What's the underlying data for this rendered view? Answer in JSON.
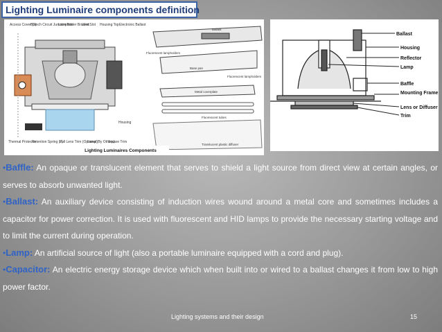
{
  "slide": {
    "title": "Lighting Luminaire components definition"
  },
  "left_figure": {
    "labels_top": [
      "Access Cover (2)",
      "Branch Circuit Junction Box",
      "Lampholder Bracket",
      "Vent Slot",
      "Housing Top",
      "Electronic Ballast"
    ],
    "labels_bottom": [
      "Thermal Protector",
      "Retention Spring (2)",
      "Full Lens Trim (Optional)",
      "Lamp (By Others)",
      "Square Trim",
      "Housing"
    ],
    "fluorescent_labels": [
      "Ballast",
      "Fluorescent lampholders",
      "Base pan",
      "Fluorescent lampholders",
      "Metal coverplate",
      "Fluorescent tubes",
      "Translucent plastic diffuser"
    ],
    "caption": "Lighting Luminaires Components"
  },
  "right_figure": {
    "labels": [
      "Ballast",
      "Housing",
      "Reflector",
      "Lamp",
      "Baffle",
      "Mounting Frame",
      "Lens or Diffuser",
      "Trim"
    ]
  },
  "definitions": [
    {
      "bullet": "•",
      "term": "Baffle:",
      "text": " An opaque or translucent element that serves to shield a light source from direct view at certain angles, or serves to absorb unwanted light."
    },
    {
      "bullet": "•",
      "term": "Ballast:",
      "text": " An auxiliary device consisting of induction wires wound around a metal core and sometimes includes a capacitor for power correction. It is used with fluorescent and HID lamps to provide the necessary starting voltage and to limit the current during operation."
    },
    {
      "bullet": "•",
      "term": "Lamp:",
      "text": " An artificial source of light (also a portable luminaire equipped with a cord and plug)."
    },
    {
      "bullet": "•",
      "term": "Capacitor:",
      "text": " An electric energy storage device which when built into or wired to a ballast changes it from low to high power factor."
    }
  ],
  "footer": {
    "center": "Lighting systems and their design",
    "page": "15"
  }
}
